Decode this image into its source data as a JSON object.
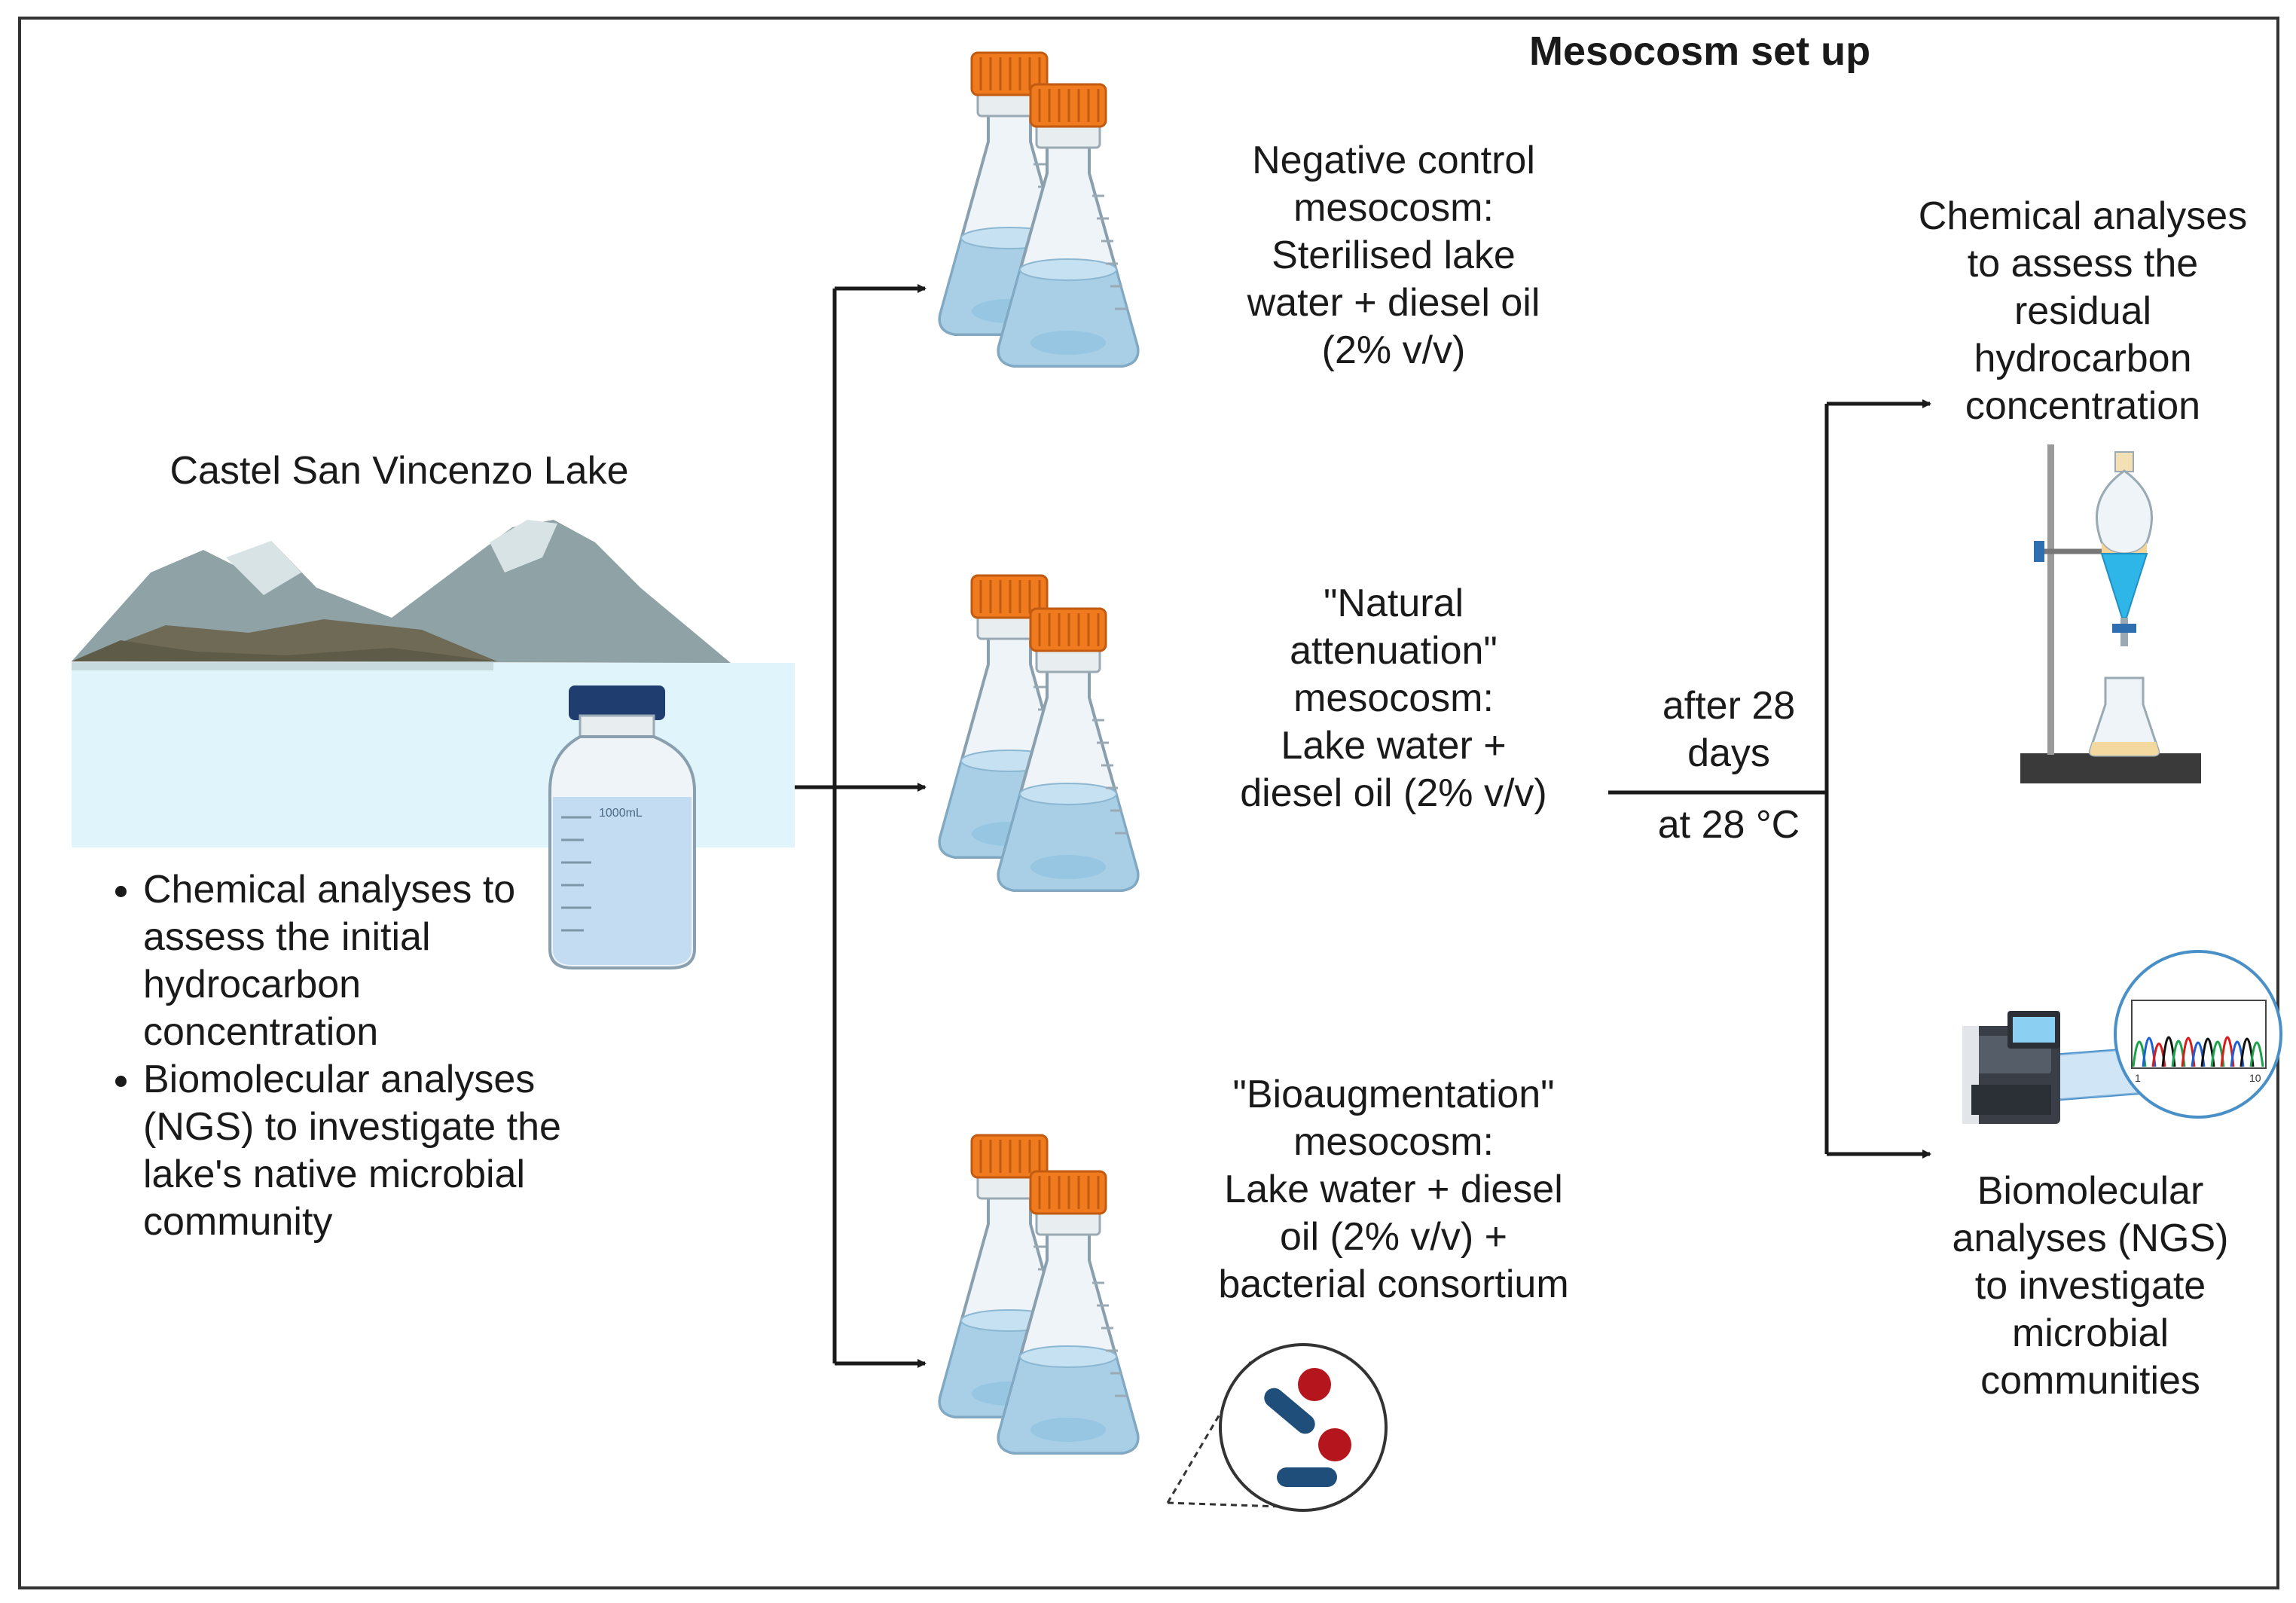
{
  "title": "Mesocosm set up",
  "lake": {
    "label": "Castel San Vincenzo Lake",
    "bottle_label": "1000mL",
    "bullets": [
      "Chemical analyses to assess the initial hydrocarbon concentration",
      "Biomolecular analyses (NGS) to investigate the lake's native microbial community"
    ]
  },
  "mesocosms": [
    {
      "lines": [
        "Negative control",
        "mesocosm:",
        "Sterilised lake",
        "water + diesel oil",
        "(2% v/v)"
      ]
    },
    {
      "lines": [
        "\"Natural",
        "attenuation\"",
        "mesocosm:",
        "Lake water  +",
        "diesel oil (2% v/v)"
      ]
    },
    {
      "lines": [
        "\"Bioaugmentation\"",
        "mesocosm:",
        "Lake  water + diesel",
        "oil (2% v/v) +",
        "bacterial consortium"
      ]
    }
  ],
  "incubation": {
    "duration": [
      "after 28",
      "days"
    ],
    "temperature": "at 28 °C"
  },
  "outcomes": {
    "chemical": [
      "Chemical analyses",
      "to assess the",
      "residual",
      "hydrocarbon",
      "concentration"
    ],
    "biomolecular": [
      "Biomolecular",
      "analyses (NGS)",
      "to investigate",
      "microbial",
      "communities"
    ],
    "chromatogram_axis": [
      "1",
      "10"
    ]
  },
  "colors": {
    "cap": "#f07a1e",
    "water": "#a8cfe6",
    "bottle_cap": "#1f3d6e",
    "lake": "#dff5fb",
    "mountains": "#8fa3a6",
    "bacteria_rod": "#1f4e7a",
    "bacteria_cocci": "#b5161e",
    "funnel_liquid": "#2fb6e8"
  }
}
